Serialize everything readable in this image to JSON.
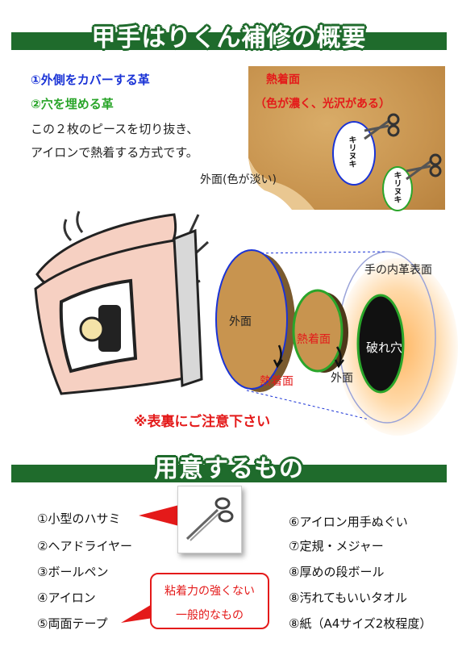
{
  "header1": {
    "title": "甲手はりくん補修の概要"
  },
  "intro": {
    "line1": "①外側をカバーする革",
    "line2": "②穴を埋める革",
    "line3": "この２枚のピースを切り抜き、",
    "line4": "アイロンで熱着する方式です。"
  },
  "leather_panel": {
    "heat_face": "熱着面",
    "heat_face_note": "（色が濃く、光沢がある）",
    "outer_face": "外面(色が淡い)",
    "cut_label": "キリヌキ"
  },
  "diagram": {
    "inner_surface": "手の内革表面",
    "outer_disc_label": "外面",
    "outer_disc_back_label": "熱着面",
    "middle_disc_label": "熱着面",
    "middle_disc_back_label": "外面",
    "hole_label": "破れ穴",
    "caution": "※表裏にご注意下さい"
  },
  "header2": {
    "title": "用意するもの"
  },
  "items_left": [
    "①小型のハサミ",
    "②ヘアドライヤー",
    "③ボールペン",
    "④アイロン",
    "⑤両面テープ"
  ],
  "items_right": [
    "⑥アイロン用手ぬぐい",
    "⑦定規・メジャー",
    "⑧厚めの段ボール",
    "⑧汚れてもいいタオル",
    "⑧紙（A4サイズ2枚程度）"
  ],
  "tape_note": {
    "line1": "粘着力の強くない",
    "line2": "一般的なもの"
  },
  "colors": {
    "header_green": "#1f6b2c",
    "accent_red": "#e41a1a",
    "accent_blue": "#1a33d6",
    "accent_green": "#2aa52a",
    "leather": "#c8944f"
  }
}
